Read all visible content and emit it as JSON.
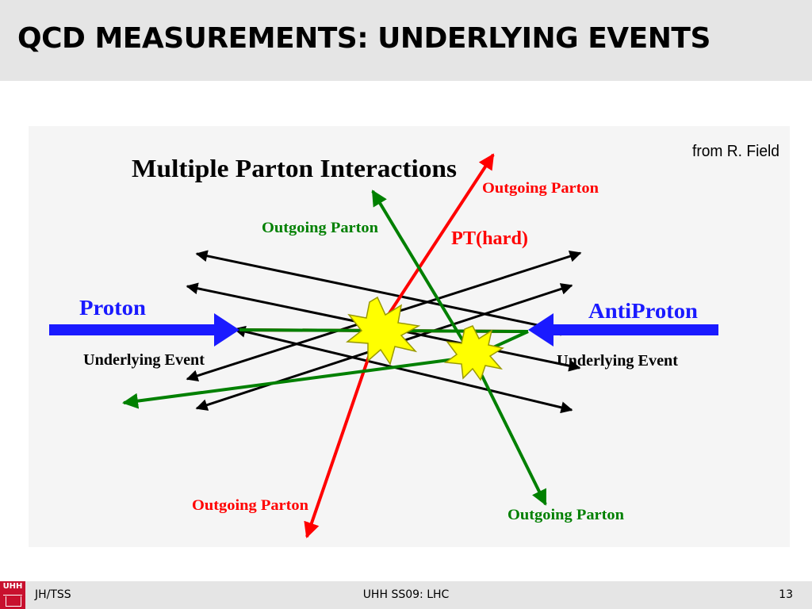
{
  "slide": {
    "title": "QCD MEASUREMENTS: UNDERLYING EVENTS"
  },
  "diagram": {
    "heading": "Multiple Parton Interactions",
    "credit": "from R. Field",
    "labels": {
      "proton": "Proton",
      "antiproton": "AntiProton",
      "underlying_event_left": "Underlying Event",
      "underlying_event_right": "Underlying Event",
      "outgoing_parton_top_red": "Outgoing Parton",
      "outgoing_parton_top_green": "Outgoing Parton",
      "pt_hard": "PT(hard)",
      "outgoing_parton_bottom_red": "Outgoing Parton",
      "outgoing_parton_bottom_green": "Outgoing Parton"
    },
    "colors": {
      "beam": "#1a1aff",
      "hard_scatter": "#ff0000",
      "second_scatter": "#008000",
      "underlying": "#000000",
      "burst_fill": "#ffff00",
      "burst_stroke": "#999900"
    }
  },
  "footer": {
    "left": "JH/TSS",
    "center": "UHH SS09: LHC",
    "page_number": "13",
    "logo_text": "UHH"
  }
}
